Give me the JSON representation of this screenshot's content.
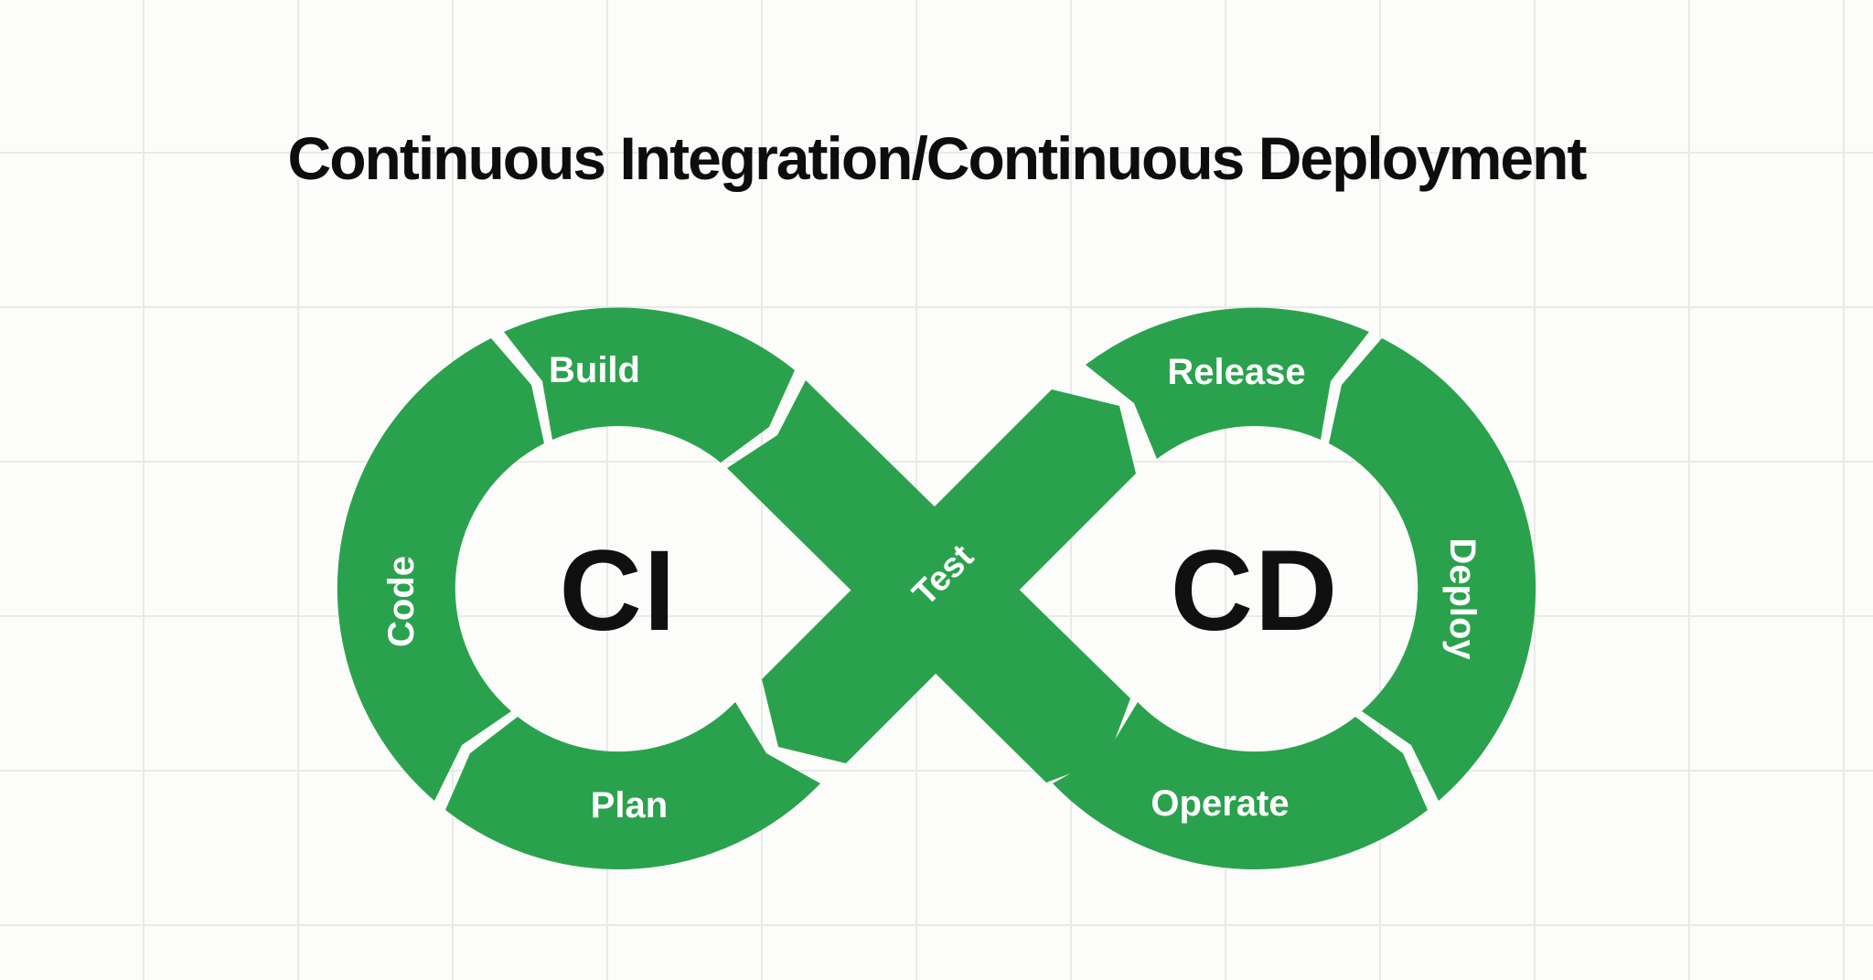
{
  "title": "Continuous Integration/Continuous Deployment",
  "diagram": {
    "left_loop": {
      "center": "CI",
      "top": "Build",
      "side": "Code",
      "bottom": "Plan"
    },
    "crossing": {
      "label": "Test"
    },
    "right_loop": {
      "center": "CD",
      "top": "Release",
      "side": "Deploy",
      "bottom": "Operate"
    },
    "colors": {
      "green": "#2aa24d",
      "label_text": "#ffffff",
      "dark_text": "#101010",
      "grid_line": "#e9e9e7",
      "background": "#fcfcfb"
    }
  }
}
